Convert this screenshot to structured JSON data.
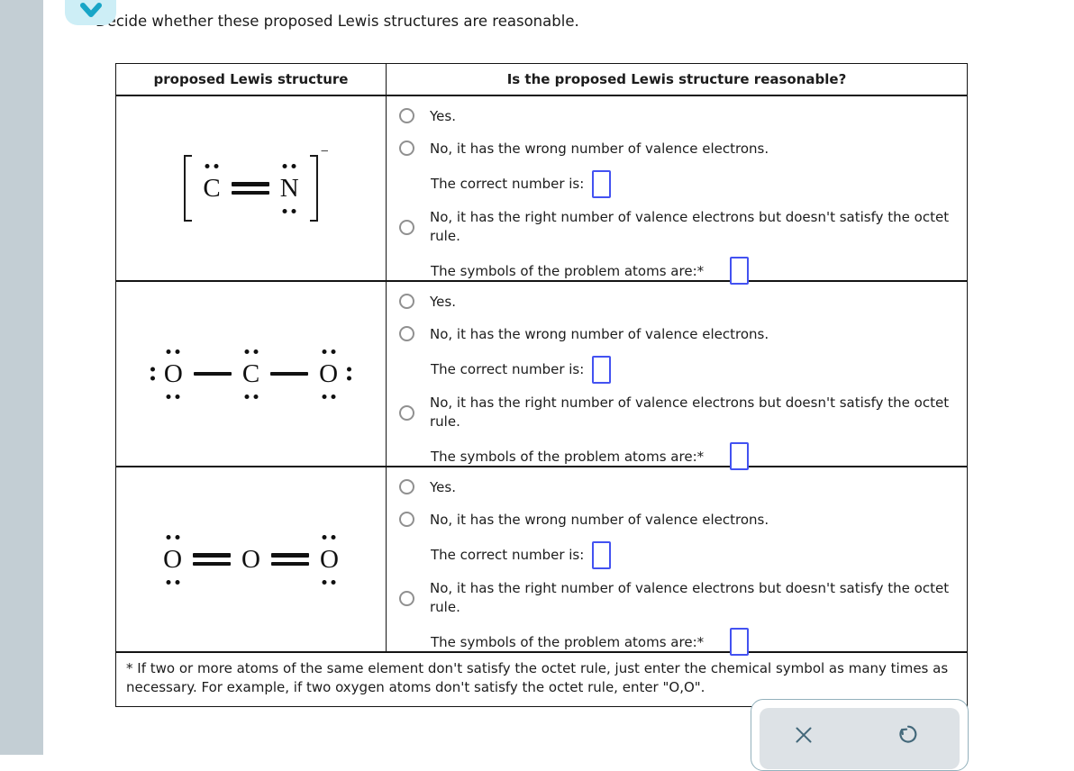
{
  "title": "Decide whether these proposed Lewis structures are reasonable.",
  "table": {
    "headers": {
      "structure_col": "proposed Lewis structure",
      "question_col": "Is the proposed Lewis structure reasonable?"
    },
    "option_labels": {
      "yes": "Yes.",
      "wrong_valence": "No, it has the wrong number of valence electrons.",
      "correct_number": "The correct number is:",
      "octet": "No, it has the right number of valence electrons but doesn't satisfy the octet rule.",
      "problem_atoms": "The symbols of the problem atoms are:*"
    },
    "inputs": {
      "correct_number_value": "",
      "problem_atoms_value": ""
    },
    "structures": [
      {
        "name": "bracketed-CN-anion",
        "formula_text": "[C=N]−",
        "bracketed": true,
        "charge": "−",
        "parts": [
          {
            "type": "atom",
            "symbol": "C",
            "dots": [
              "top"
            ]
          },
          {
            "type": "bond",
            "order": 2
          },
          {
            "type": "atom",
            "symbol": "N",
            "dots": [
              "top",
              "bottom"
            ]
          }
        ]
      },
      {
        "name": "O-C-O-single-bonds",
        "formula_text": ":O–C–O:",
        "bracketed": false,
        "charge": "",
        "parts": [
          {
            "type": "atom",
            "symbol": "O",
            "dots": [
              "left",
              "top",
              "bottom"
            ]
          },
          {
            "type": "bond",
            "order": 1
          },
          {
            "type": "atom",
            "symbol": "C",
            "dots": [
              "top",
              "bottom"
            ]
          },
          {
            "type": "bond",
            "order": 1
          },
          {
            "type": "atom",
            "symbol": "O",
            "dots": [
              "top",
              "bottom",
              "right"
            ]
          }
        ]
      },
      {
        "name": "O-O-O-double-bonds",
        "formula_text": "O=O=O",
        "bracketed": false,
        "charge": "",
        "parts": [
          {
            "type": "atom",
            "symbol": "O",
            "dots": [
              "top",
              "bottom"
            ]
          },
          {
            "type": "bond",
            "order": 2
          },
          {
            "type": "atom",
            "symbol": "O",
            "dots": []
          },
          {
            "type": "bond",
            "order": 2
          },
          {
            "type": "atom",
            "symbol": "O",
            "dots": [
              "top",
              "bottom"
            ]
          }
        ]
      }
    ],
    "footnote": "* If two or more atoms of the same element don't satisfy the octet rule, just enter the chemical symbol as many times as necessary. For example, if two oxygen atoms don't satisfy the octet rule, enter \"O,O\"."
  },
  "icons": {
    "collapse": "chevron-down",
    "close": "x-mark",
    "undo": "counterclockwise-arrow"
  },
  "colors": {
    "side_strip": "#c3ced4",
    "chevron_bubble": "#cdeef6",
    "chevron": "#18a5c7",
    "input_border": "#4352f1",
    "radio_border": "#909090",
    "panel_border": "#93b1bc",
    "panel_fill": "#dde2e6",
    "action_icon": "#43687a"
  }
}
